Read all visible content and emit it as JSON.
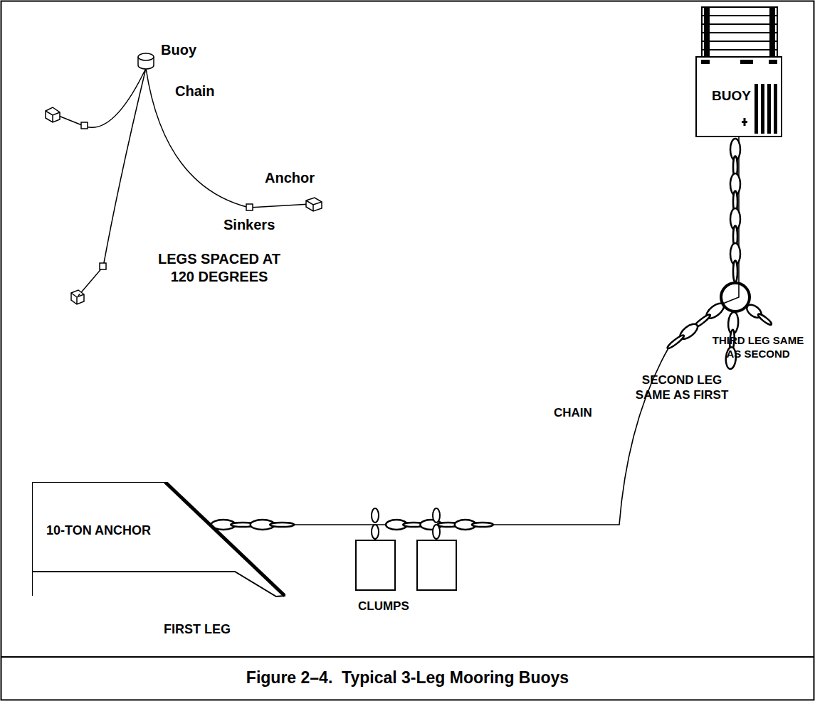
{
  "diagram": {
    "caption": "Figure 2–4.  Typical 3-Leg Mooring Buoys",
    "nodes": [
      {
        "text": [
          "BUOY"
        ]
      },
      {
        "text": [
          "10-TON ANCHOR"
        ]
      }
    ],
    "edges": [
      {
        "from": 1,
        "to": 0,
        "arrow": "none"
      }
    ],
    "labels": [
      "Buoy",
      "Chain",
      "Anchor",
      "Sinkers",
      "LEGS SPACED AT 120 DEGREES",
      "CHAIN",
      "SECOND LEG SAME AS FIRST",
      "THIRD LEG SAME AS SECOND",
      "CLUMPS",
      "FIRST LEG"
    ]
  }
}
